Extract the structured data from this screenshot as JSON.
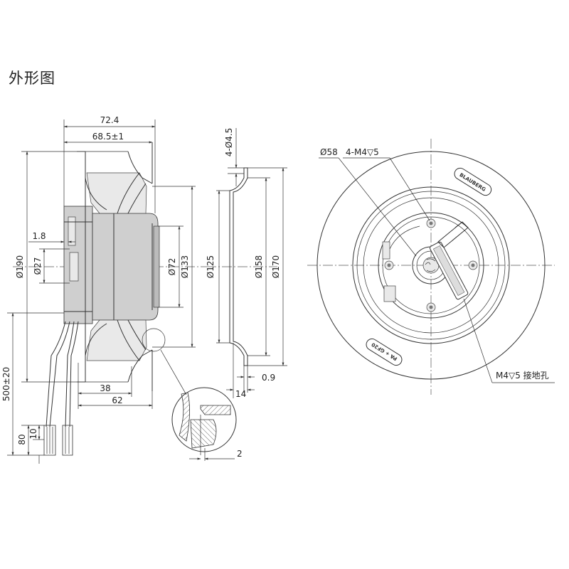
{
  "title": "外形图",
  "side_view": {
    "dims": {
      "overall_depth": "72.4",
      "wheel_depth": "68.5±1",
      "outer_diameter": "Ø190",
      "motor_flange": "Ø27",
      "flange_offset": "1.8",
      "hub_diameter": "Ø72",
      "inlet_diameter": "Ø133",
      "hub_depth": "38",
      "depth_to_rim": "62",
      "cable_length": "500±20",
      "strip_length": "80",
      "wire_end": "10"
    }
  },
  "inlet_ring_view": {
    "dims": {
      "flange_thickness": "4-Ø4.5",
      "inner_diameter": "Ø125",
      "mid_diameter": "Ø158",
      "outer_diameter": "Ø170",
      "sheet_thickness": "0.9",
      "flange_depth": "14"
    }
  },
  "detail_view": {
    "dims": {
      "gap": "2"
    }
  },
  "front_view": {
    "dims": {
      "hub_circle": "Ø58",
      "mount_holes": "4-M4▽5",
      "ground_hole": "M4▽5  接地孔"
    },
    "labels": {
      "brand": "BLAUBERG",
      "material": "PA + GF20"
    }
  }
}
